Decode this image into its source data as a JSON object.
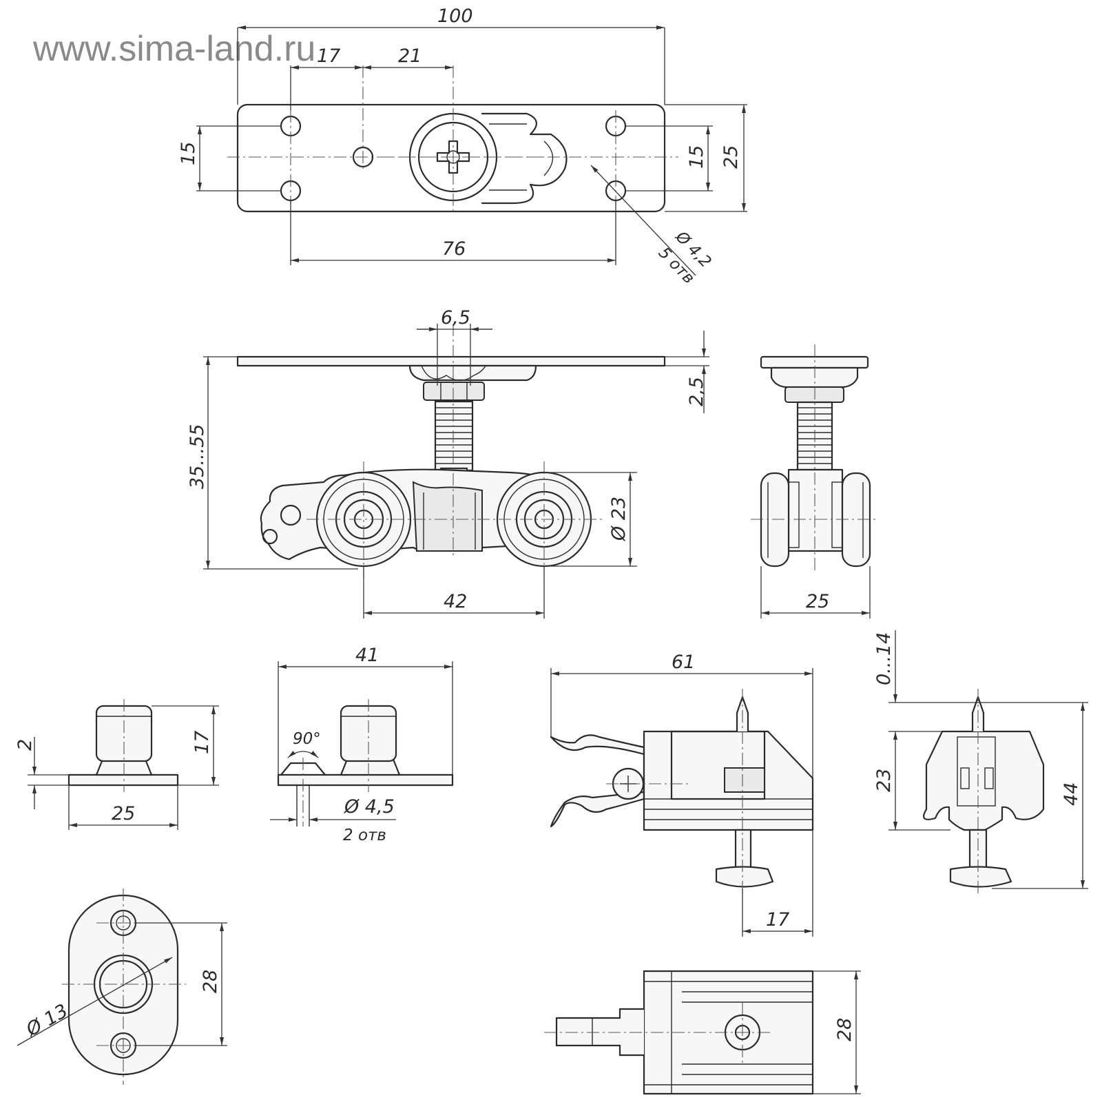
{
  "watermark": "www.sima-land.ru",
  "mounting_plate": {
    "dims": {
      "overall_length": "100",
      "edge_to_center_hole": "17",
      "center_hole_to_pivot": "21",
      "hole_spacing_left": "15",
      "hole_spacing_right": "15",
      "width": "25",
      "hole_span": "76",
      "hole_diameter": "Ø 4,2",
      "hole_count": "5 отв"
    }
  },
  "carriage_side": {
    "dims": {
      "stud_width": "6,5",
      "plate_thickness": "2,5",
      "height_range": "35...55",
      "wheel_diameter": "Ø 23",
      "wheel_spacing": "42"
    }
  },
  "carriage_end": {
    "dims": {
      "width": "25"
    }
  },
  "guide_roller": {
    "dims": {
      "flange_thickness": "2",
      "height": "17",
      "flange_width": "25",
      "length": "41",
      "countersink": "90°",
      "hole_diameter": "Ø 4,5",
      "hole_count": "2 отв",
      "hole_spacing": "28",
      "roller_diameter": "Ø 13"
    }
  },
  "stopper": {
    "dims": {
      "length": "61",
      "adjust_range": "0...14",
      "body_height": "23",
      "total_height": "44",
      "tail": "17",
      "width": "28"
    }
  }
}
